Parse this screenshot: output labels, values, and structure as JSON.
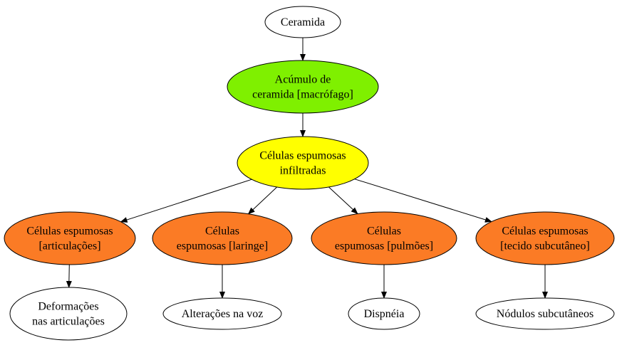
{
  "colors": {
    "accumulation": "#7ff000",
    "infiltrated": "#ffff00",
    "tissue": "#fb7b25",
    "outcome": "#ffffff",
    "source": "#ffffff",
    "stroke": "#000000"
  },
  "nodes": {
    "ceramida": {
      "lines": [
        "Ceramida"
      ],
      "color_role": "source"
    },
    "acumulo": {
      "lines": [
        "Acúmulo de",
        "ceramida [macrófago]"
      ],
      "color_role": "accumulation"
    },
    "infiltradas": {
      "lines": [
        "Células espumosas",
        "infiltradas"
      ],
      "color_role": "infiltrated"
    },
    "articulacoes": {
      "lines": [
        "Células espumosas",
        "[articulações]"
      ],
      "color_role": "tissue"
    },
    "laringe": {
      "lines": [
        "Células",
        "espumosas [laringe]"
      ],
      "color_role": "tissue"
    },
    "pulmoes": {
      "lines": [
        "Células",
        "espumosas [pulmões]"
      ],
      "color_role": "tissue"
    },
    "subcutaneo": {
      "lines": [
        "Células espumosas",
        "[tecido subcutâneo]"
      ],
      "color_role": "tissue"
    },
    "deformacoes": {
      "lines": [
        "Deformações",
        "nas articulações"
      ],
      "color_role": "outcome"
    },
    "voz": {
      "lines": [
        "Alterações na voz"
      ],
      "color_role": "outcome"
    },
    "dispneia": {
      "lines": [
        "Dispnéia"
      ],
      "color_role": "outcome"
    },
    "nodulos": {
      "lines": [
        "Nódulos subcutâneos"
      ],
      "color_role": "outcome"
    }
  },
  "edges": [
    [
      "ceramida",
      "acumulo"
    ],
    [
      "acumulo",
      "infiltradas"
    ],
    [
      "infiltradas",
      "articulacoes"
    ],
    [
      "infiltradas",
      "laringe"
    ],
    [
      "infiltradas",
      "pulmoes"
    ],
    [
      "infiltradas",
      "subcutaneo"
    ],
    [
      "articulacoes",
      "deformacoes"
    ],
    [
      "laringe",
      "voz"
    ],
    [
      "pulmoes",
      "dispneia"
    ],
    [
      "subcutaneo",
      "nodulos"
    ]
  ]
}
